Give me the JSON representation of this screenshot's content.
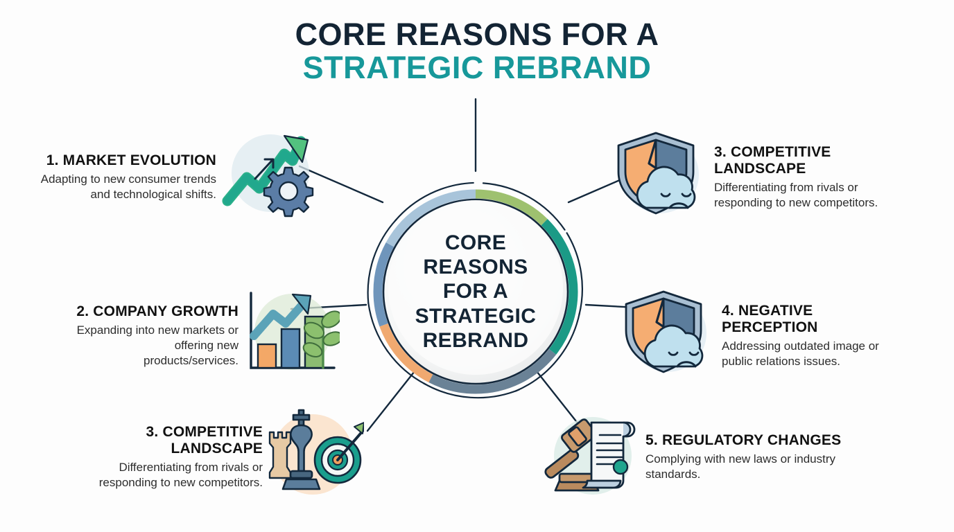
{
  "title": {
    "line1": "CORE REASONS FOR A",
    "line2": "STRATEGIC REBRAND",
    "color_line1": "#132434",
    "color_line2": "#17989a"
  },
  "center": {
    "lines": [
      "CORE",
      "REASONS",
      "FOR A",
      "STRATEGIC",
      "REBRAND"
    ],
    "ring_colors": {
      "green": "#9ec16f",
      "teal": "#1b9a86",
      "slate": "#6a8296",
      "orange": "#f0a970",
      "steel": "#6f95bb",
      "light_blue": "#a8c4da"
    },
    "text_color": "#132434"
  },
  "items": [
    {
      "id": "market-evolution",
      "title": "1. MARKET EVOLUTION",
      "desc": "Adapting to new consumer trends and technological shifts.",
      "icon": "growth-arrow-gear-icon",
      "side": "left"
    },
    {
      "id": "company-growth",
      "title": "2. COMPANY GROWTH",
      "desc": "Expanding into new markets or offering new products/services.",
      "icon": "bar-chart-plant-icon",
      "side": "left"
    },
    {
      "id": "competitive-landscape-left",
      "title": "3. COMPETITIVE LANDSCAPE",
      "desc": "Differentiating from rivals or responding to new competitors.",
      "icon": "chess-target-icon",
      "side": "left"
    },
    {
      "id": "competitive-landscape-right",
      "title": "3. COMPETITIVE LANDSCAPE",
      "desc": "Differentiating from rivals or responding to new competitors.",
      "icon": "cracked-shield-sad-cloud-icon",
      "side": "right"
    },
    {
      "id": "negative-perception",
      "title": "4. NEGATIVE PERCEPTION",
      "desc": "Addressing outdated image or public relations issues.",
      "icon": "cracked-shield-sad-cloud-icon",
      "side": "right"
    },
    {
      "id": "regulatory-changes",
      "title": "5. REGULATORY CHANGES",
      "desc": "Complying with new laws or industry standards.",
      "icon": "gavel-document-icon",
      "side": "right"
    }
  ],
  "palette": {
    "background": "#fdfdfd",
    "line": "#13283c",
    "body_text": "#2d2d2d",
    "heading_text": "#111111"
  }
}
